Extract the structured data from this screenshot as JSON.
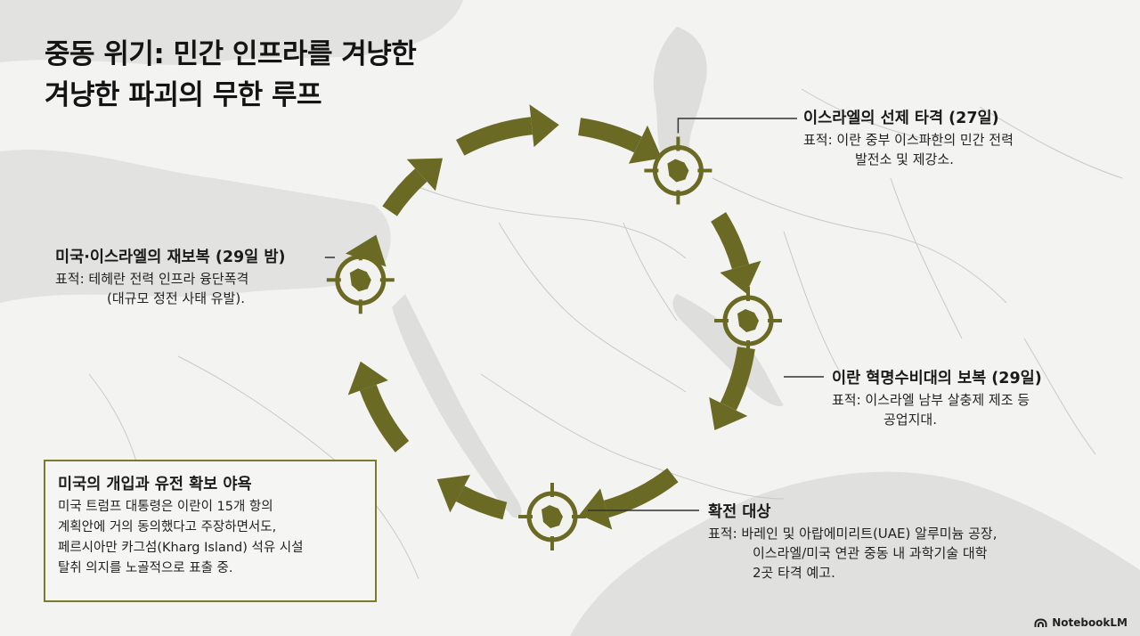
{
  "title": {
    "line1": "중동 위기: 민간 인프라를 겨냥한",
    "line2": "겨냥한 파괴의 무한 루프"
  },
  "events": {
    "israel_first_strike": {
      "heading": "이스라엘의 선제 타격 (27일)",
      "line1": "표적: 이란 중부 이스파한의 민간 전력",
      "line2": "발전소 및 제강소."
    },
    "iran_retaliation": {
      "heading": "이란 혁명수비대의 보복 (29일)",
      "line1": "표적: 이스라엘 남부 살충제 제조 등",
      "line2": "공업지대."
    },
    "escalation": {
      "heading": "확전 대상",
      "line1": "표적: 바레인 및 아랍에미리트(UAE) 알루미늄 공장,",
      "line2": "이스라엘/미국 연관 중동 내 과학기술 대학",
      "line3": "2곳 타격 예고."
    },
    "us_israel_reprisal": {
      "heading": "미국·이스라엘의 재보복 (29일 밤)",
      "line1": "표적: 테헤란 전력 인프라 융단폭격",
      "line2": "(대규모 정전 사태 유발)."
    }
  },
  "infobox": {
    "title": "미국의 개입과 유전 확보 야욕",
    "lines": [
      "미국 트럼프 대통령은 이란이 15개 항의",
      "계획안에 거의 동의했다고 주장하면서도,",
      "페르시아만 카그섬(Kharg Island) 석유 시설",
      "탈취 의지를 노골적으로 표출 중."
    ]
  },
  "brand": {
    "name": "NotebookLM"
  },
  "colors": {
    "accent": "#6b6a24",
    "map_land": "#f4f4f3",
    "map_water": "#dcdcdb",
    "text": "#1d1d1d"
  },
  "icons": {
    "target": "crosshair-target-icon",
    "brand": "notebooklm-logo-icon"
  }
}
